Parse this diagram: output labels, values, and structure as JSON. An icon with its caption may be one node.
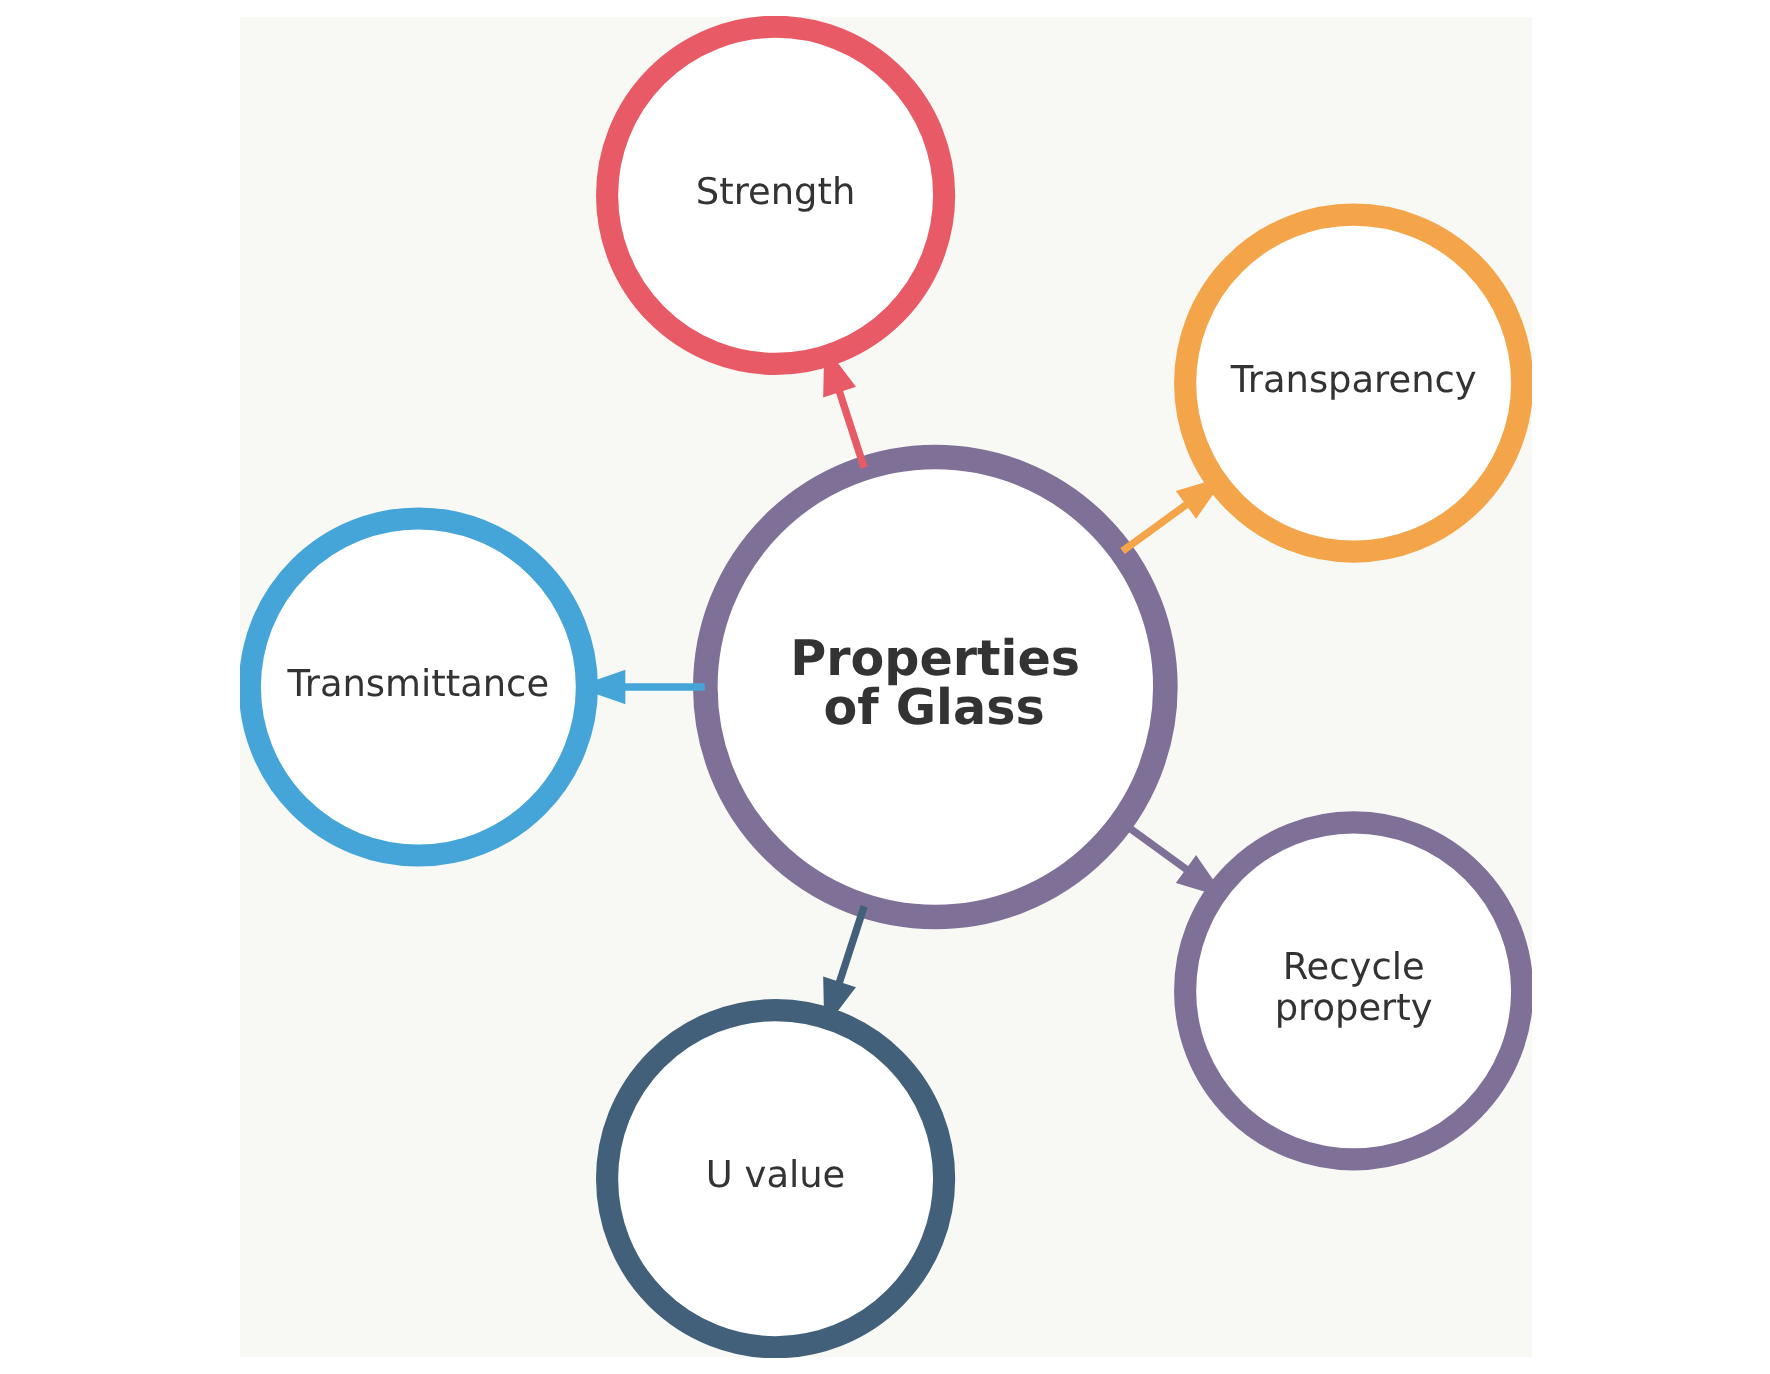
{
  "diagram": {
    "nodes": [
      {
        "text": [
          "Properties of Glass"
        ]
      },
      {
        "text": [
          "Transparency"
        ]
      },
      {
        "text": [
          "Strength"
        ]
      },
      {
        "text": [
          "Transmittance"
        ]
      },
      {
        "text": [
          "U value"
        ]
      },
      {
        "text": [
          "Recycle property"
        ]
      }
    ],
    "edges": [
      {
        "from": 0,
        "to": 1,
        "arrow": "to",
        "color": "#f4a54a"
      },
      {
        "from": 0,
        "to": 2,
        "arrow": "to",
        "color": "#e85a66"
      },
      {
        "from": 0,
        "to": 3,
        "arrow": "to",
        "color": "#45a5d8"
      },
      {
        "from": 0,
        "to": 4,
        "arrow": "to",
        "color": "#42607a"
      },
      {
        "from": 0,
        "to": 5,
        "arrow": "to",
        "color": "#7f7098"
      }
    ]
  }
}
